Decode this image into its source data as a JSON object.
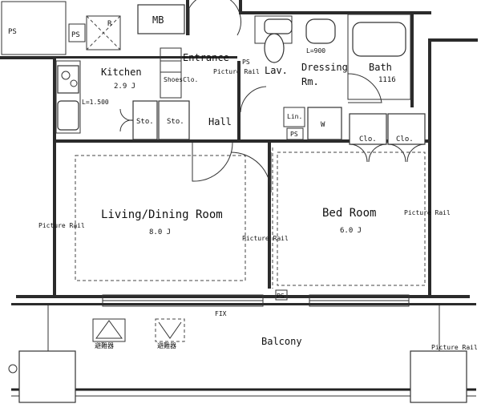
{
  "rooms": {
    "mb": "MB",
    "ps_top_left": "PS",
    "ps_small": "PS",
    "ps_entrance": "PS",
    "ps_lav": "PS",
    "ps_bed": "PS",
    "kitchen": "Kitchen",
    "kitchen_size": "2.9 J",
    "entrance": "Entrance",
    "shoes_closet": "ShoesClo.",
    "lav": "Lav.",
    "dressing": "Dressing",
    "dressing_rm": "Rm.",
    "bath": "Bath",
    "bath_size": "1116",
    "hall": "Hall",
    "storage_1": "Sto.",
    "storage_2": "Sto.",
    "linen": "Lin.",
    "washer": "W",
    "closet_1": "Clo.",
    "closet_2": "Clo.",
    "living": "Living/Dining Room",
    "living_size": "8.0 J",
    "bedroom": "Bed Room",
    "bedroom_size": "6.0 J",
    "balcony": "Balcony"
  },
  "annotations": {
    "picture_rail_entrance": "Picture Rail",
    "picture_rail_left": "Picture Rail",
    "picture_rail_center": "Picture Rail",
    "picture_rail_right": "Picture Rail",
    "picture_rail_balcony": "Picture Rail",
    "kitchen_counter": "L=1.500",
    "lav_counter": "L=900",
    "fix": "FIX",
    "fridge_mark": "R",
    "evac_1": "避難器",
    "evac_2": "避難器"
  }
}
